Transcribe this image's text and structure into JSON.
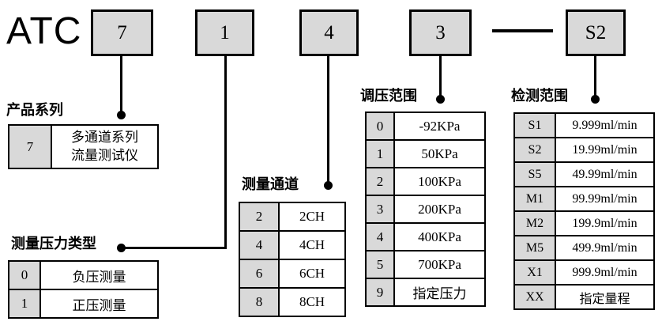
{
  "brand": "ATC",
  "model_code": {
    "segments": [
      {
        "value": "7"
      },
      {
        "value": "1"
      },
      {
        "value": "4"
      },
      {
        "value": "3"
      },
      {
        "value": "S2"
      }
    ],
    "separator": "—"
  },
  "tables": {
    "product_series": {
      "label": "产品系列",
      "rows": [
        {
          "key": "7",
          "value": "多通道系列\n流量测试仪"
        }
      ]
    },
    "pressure_type": {
      "label": "测量压力类型",
      "rows": [
        {
          "key": "0",
          "value": "负压测量"
        },
        {
          "key": "1",
          "value": "正压测量"
        }
      ]
    },
    "channels": {
      "label": "测量通道",
      "rows": [
        {
          "key": "2",
          "value": "2CH"
        },
        {
          "key": "4",
          "value": "4CH"
        },
        {
          "key": "6",
          "value": "6CH"
        },
        {
          "key": "8",
          "value": "8CH"
        }
      ]
    },
    "regulation_range": {
      "label": "调压范围",
      "rows": [
        {
          "key": "0",
          "value": "-92KPa"
        },
        {
          "key": "1",
          "value": "50KPa"
        },
        {
          "key": "2",
          "value": "100KPa"
        },
        {
          "key": "3",
          "value": "200KPa"
        },
        {
          "key": "4",
          "value": "400KPa"
        },
        {
          "key": "5",
          "value": "700KPa"
        },
        {
          "key": "9",
          "value": "指定压力"
        }
      ]
    },
    "detection_range": {
      "label": "检测范围",
      "rows": [
        {
          "key": "S1",
          "value": "9.999ml/min"
        },
        {
          "key": "S2",
          "value": "19.99ml/min"
        },
        {
          "key": "S5",
          "value": "49.99ml/min"
        },
        {
          "key": "M1",
          "value": "99.99ml/min"
        },
        {
          "key": "M2",
          "value": "199.9ml/min"
        },
        {
          "key": "M5",
          "value": "499.9ml/min"
        },
        {
          "key": "X1",
          "value": "999.9ml/min"
        },
        {
          "key": "XX",
          "value": "指定量程"
        }
      ]
    }
  },
  "colors": {
    "background": "#ffffff",
    "box_fill": "#d9d9d9",
    "line": "#000000",
    "text": "#000000"
  }
}
